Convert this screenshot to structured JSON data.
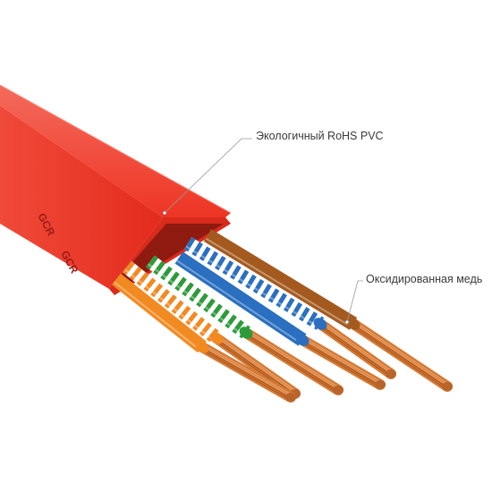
{
  "callouts": {
    "pvc_label": "Экологичный RoHS PVC",
    "copper_label": "Оксидированная медь"
  },
  "cable": {
    "brand_marks": [
      "GCR",
      "GCR"
    ],
    "colors": {
      "jacket": "#ee3524",
      "jacket_top": "#f6584a",
      "jacket_side": "#c7261a",
      "copper": "#d47a36",
      "copper_dark": "#9c4a16"
    },
    "wires": [
      {
        "name": "orange",
        "color": "#f28a22"
      },
      {
        "name": "orange-white",
        "color": "#f28a22"
      },
      {
        "name": "green-white",
        "color": "#2e9b3a"
      },
      {
        "name": "blue",
        "color": "#2a6fc0"
      },
      {
        "name": "blue-white",
        "color": "#2a6fc0"
      },
      {
        "name": "brown",
        "color": "#a45a1e"
      }
    ]
  }
}
